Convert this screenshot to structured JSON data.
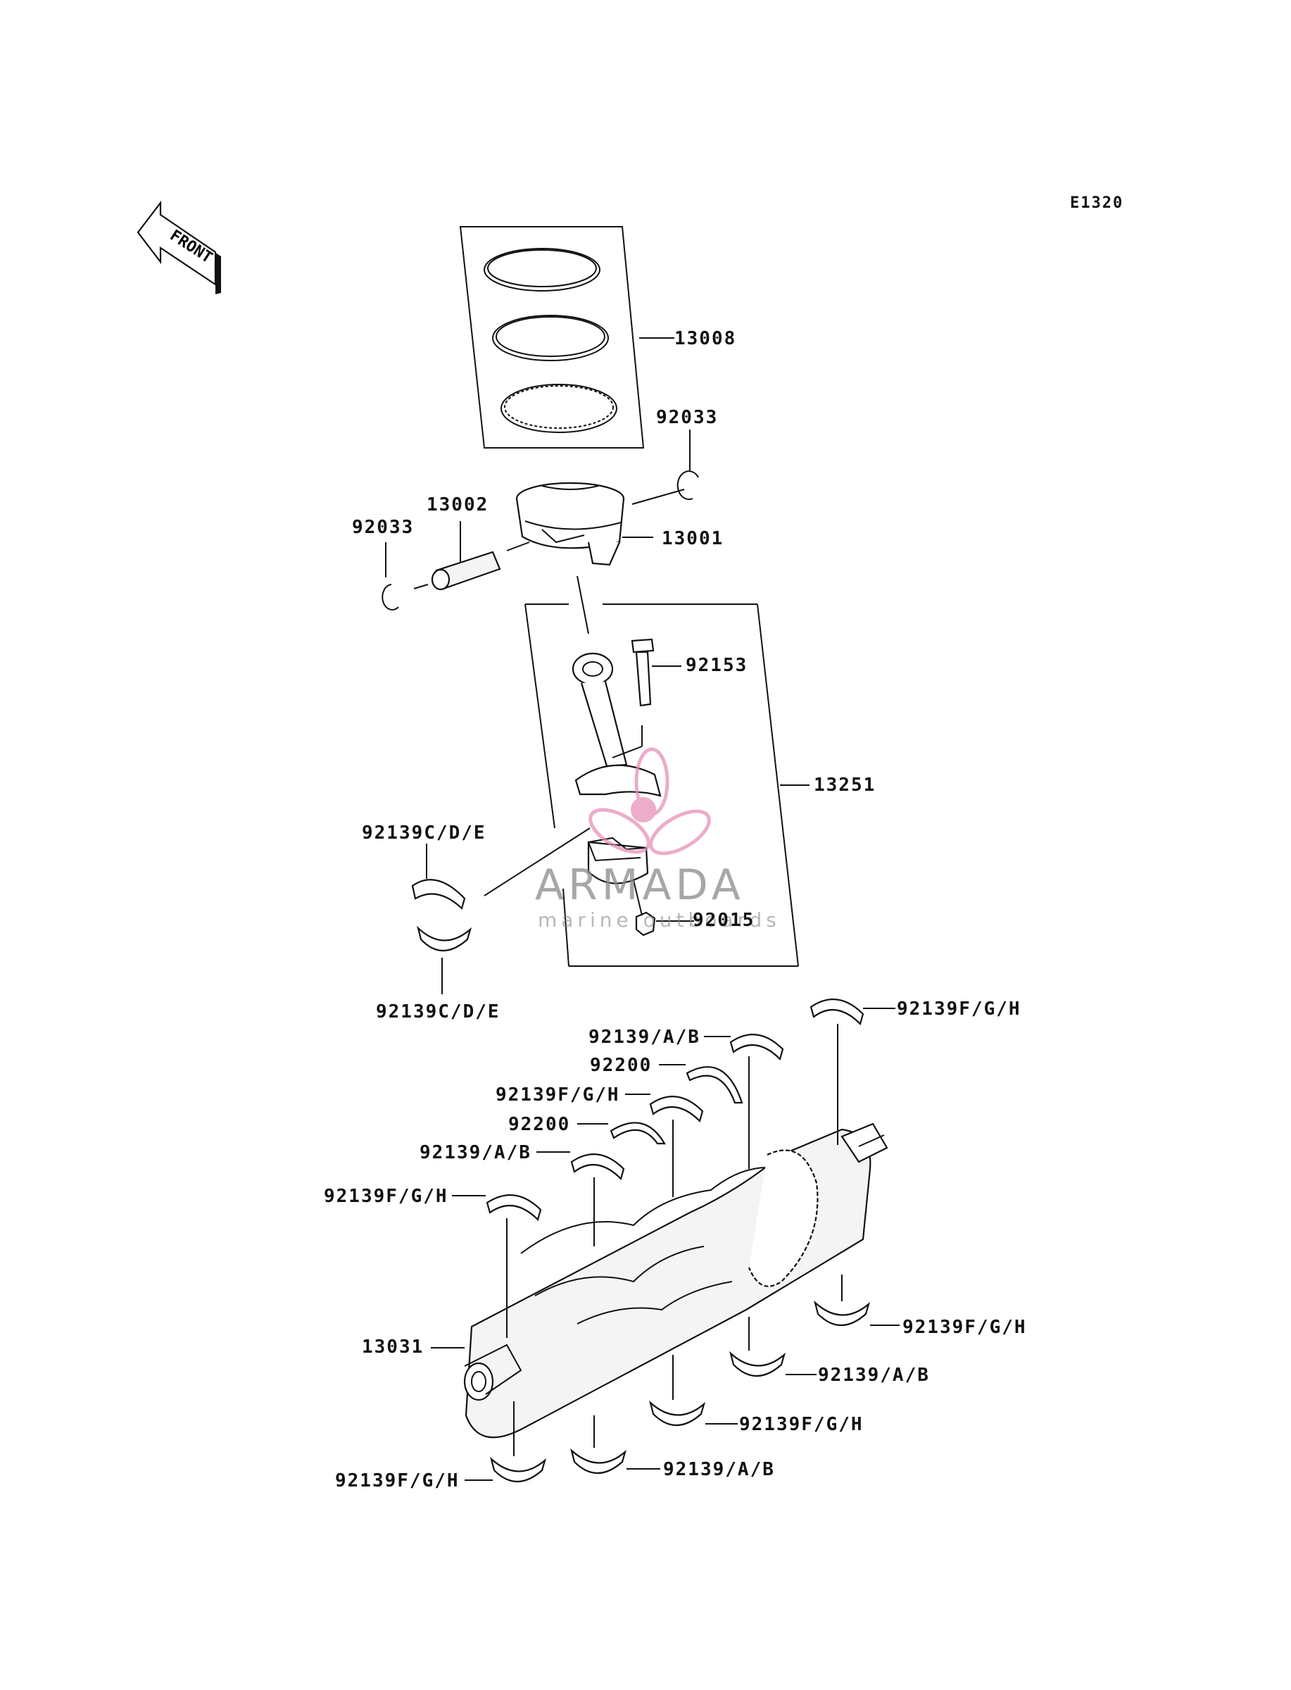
{
  "diagram_code": "E1320",
  "front_label": "FRONT",
  "watermark": {
    "name": "ARMADA",
    "tagline": "marine outboards"
  },
  "parts": {
    "p13008": "13008",
    "p92033_right": "92033",
    "p13002": "13002",
    "p13001": "13001",
    "p92033_left": "92033",
    "p92153": "92153",
    "p13251": "13251",
    "p92139CDE_upper": "92139C/D/E",
    "p92015": "92015",
    "p92139CDE_lower": "92139C/D/E",
    "p92139FGH_r1": "92139F/G/H",
    "p92139AB_t1": "92139/A/B",
    "p92200_t1": "92200",
    "p92139FGH_t2": "92139F/G/H",
    "p92200_t2": "92200",
    "p92139AB_t2": "92139/A/B",
    "p92139FGH_l1": "92139F/G/H",
    "p13031": "13031",
    "p92139FGH_r2": "92139F/G/H",
    "p92139AB_r2": "92139/A/B",
    "p92139FGH_b2": "92139F/G/H",
    "p92139AB_b1": "92139/A/B",
    "p92139FGH_b1": "92139F/G/H"
  },
  "colors": {
    "ink": "#111111",
    "watermark_pink": "#e58ab4",
    "watermark_gray": "#8a8a8a"
  }
}
